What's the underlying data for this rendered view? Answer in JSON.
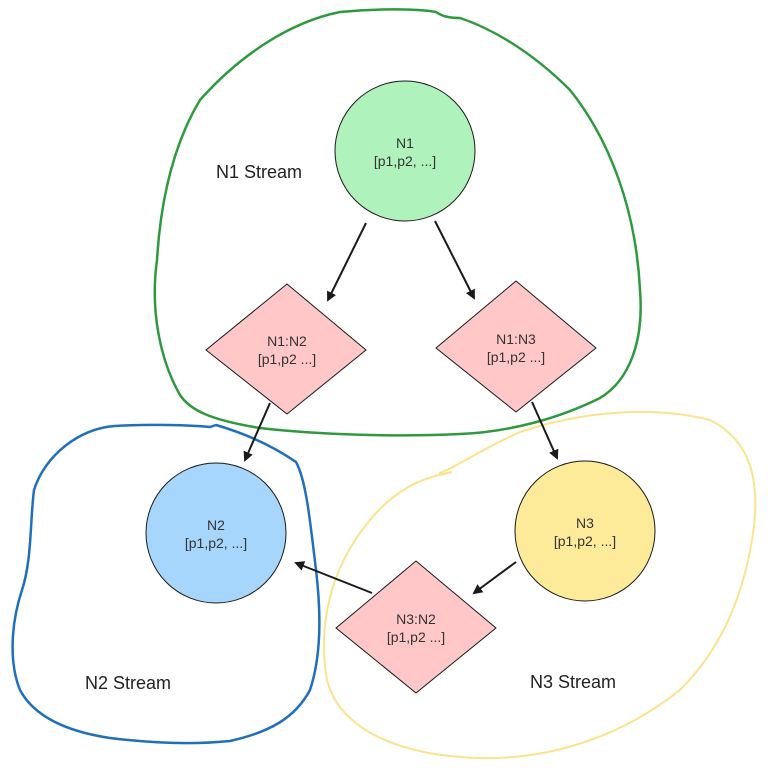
{
  "colors": {
    "n1_stream_outline": "#2e9a3e",
    "n2_stream_outline": "#1f6fbf",
    "n3_stream_outline": "#fbe38e",
    "n1_fill": "#b0f2bc",
    "n2_fill": "#a6d6fb",
    "n3_fill": "#fdeb99",
    "link_fill": "#ffc7c7",
    "stroke": "#1a1a1a"
  },
  "streams": {
    "n1": {
      "label": "N1 Stream"
    },
    "n2": {
      "label": "N2 Stream"
    },
    "n3": {
      "label": "N3 Stream"
    }
  },
  "nodes": {
    "n1": {
      "title": "N1",
      "items": "[p1,p2, ...]",
      "shape": "circle"
    },
    "n2": {
      "title": "N2",
      "items": "[p1,p2, ...]",
      "shape": "circle"
    },
    "n3": {
      "title": "N3",
      "items": "[p1,p2, ...]",
      "shape": "circle"
    },
    "n1_n2": {
      "title": "N1:N2",
      "items": "[p1,p2 ...]",
      "shape": "diamond"
    },
    "n1_n3": {
      "title": "N1:N3",
      "items": "[p1,p2 ...]",
      "shape": "diamond"
    },
    "n3_n2": {
      "title": "N3:N2",
      "items": "[p1,p2 ...]",
      "shape": "diamond"
    }
  },
  "edges": [
    {
      "from": "N1",
      "to": "N1:N2"
    },
    {
      "from": "N1",
      "to": "N1:N3"
    },
    {
      "from": "N1:N2",
      "to": "N2"
    },
    {
      "from": "N1:N3",
      "to": "N3"
    },
    {
      "from": "N3",
      "to": "N3:N2"
    },
    {
      "from": "N3:N2",
      "to": "N2"
    }
  ]
}
